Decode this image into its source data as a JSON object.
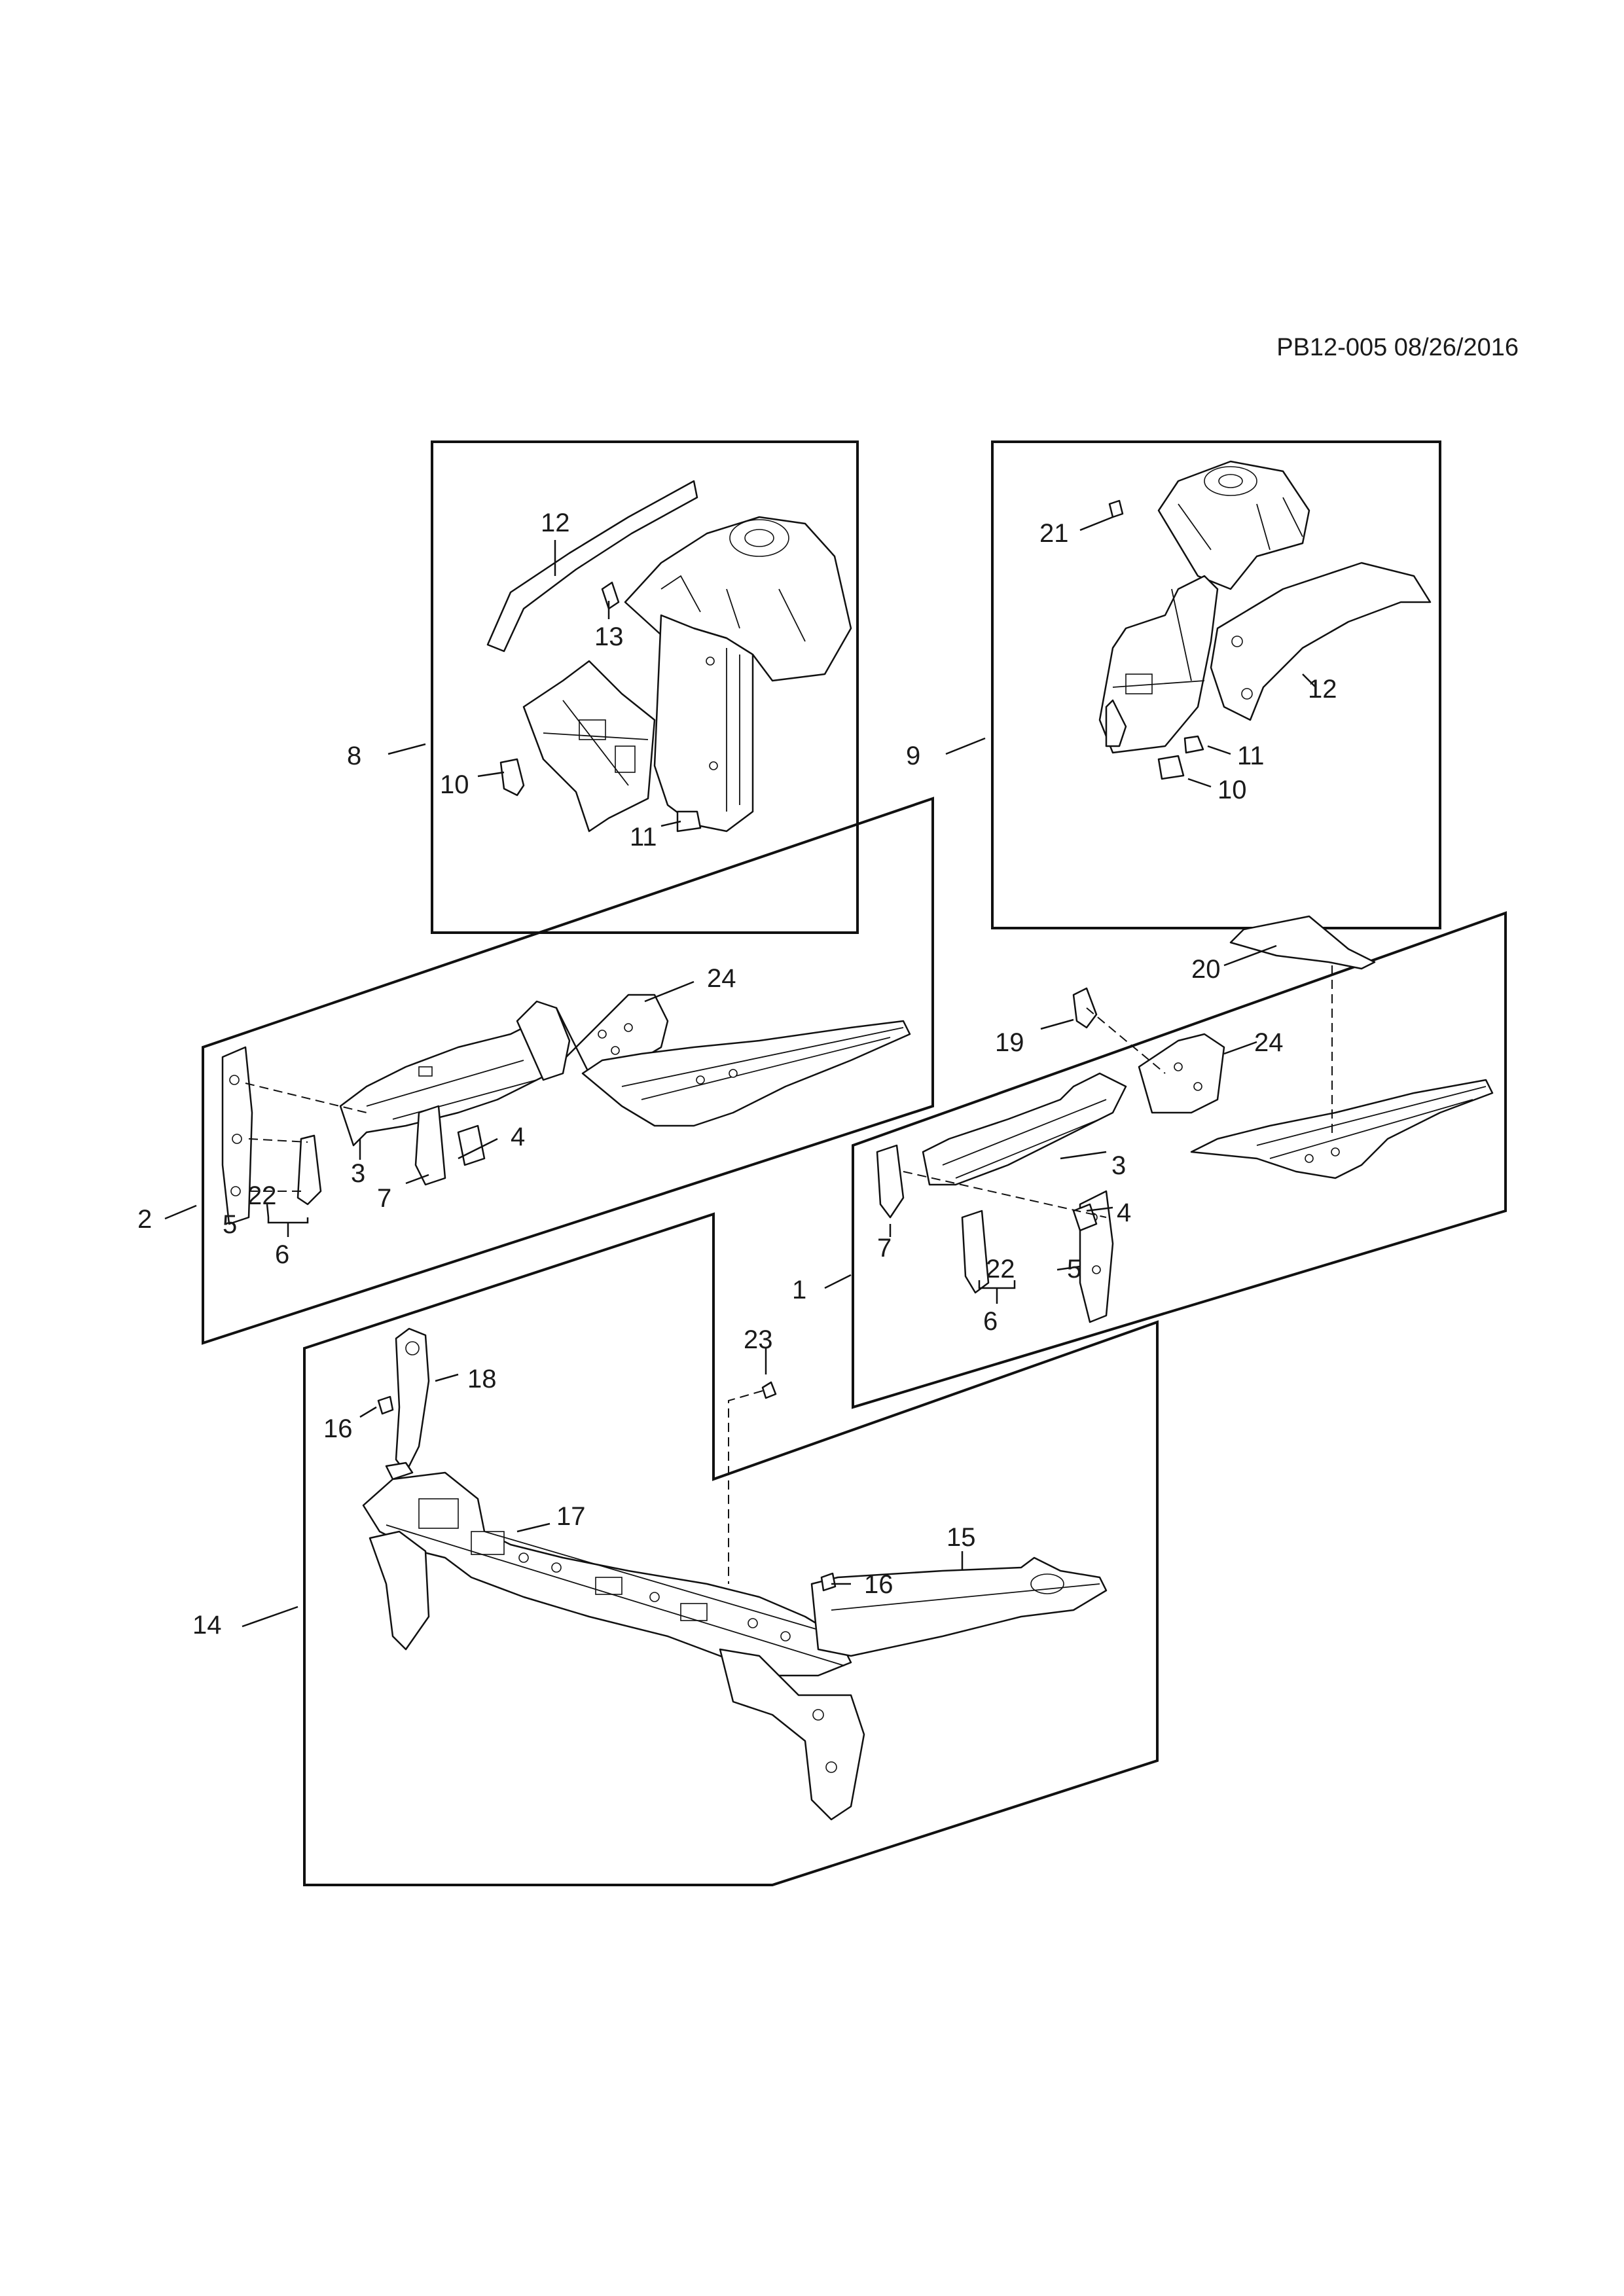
{
  "header": {
    "code": "PB12-005 08/26/2016"
  },
  "callouts": {
    "box8": {
      "label": "8",
      "parts": {
        "p12": "12",
        "p13": "13",
        "p10": "10",
        "p11": "11"
      }
    },
    "box9": {
      "label": "9",
      "parts": {
        "p21": "21",
        "p12": "12",
        "p11": "11",
        "p10": "10"
      }
    },
    "box2": {
      "label": "2",
      "parts": {
        "p24": "24",
        "p4": "4",
        "p3": "3",
        "p7": "7",
        "p5": "5",
        "p22": "22",
        "p6": "6"
      }
    },
    "box1": {
      "label": "1",
      "parts": {
        "p20": "20",
        "p19": "19",
        "p24": "24",
        "p3": "3",
        "p4": "4",
        "p7": "7",
        "p22": "22",
        "p5": "5",
        "p6": "6"
      }
    },
    "box14": {
      "label": "14",
      "parts": {
        "p18": "18",
        "p16a": "16",
        "p17": "17",
        "p23": "23",
        "p16b": "16",
        "p15": "15"
      }
    }
  }
}
